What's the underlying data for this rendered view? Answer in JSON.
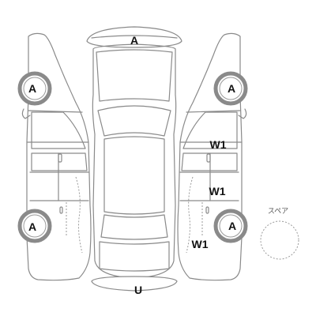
{
  "marks": {
    "front": "A",
    "rear": "U",
    "left_front_wheel": "A",
    "left_rear_wheel": "A",
    "right_front_wheel": "A",
    "right_rear_wheel": "A",
    "right_front_door": "W1",
    "right_rear_door": "W1",
    "right_rear_fender": "W1"
  },
  "spare": {
    "label": "スペア"
  }
}
